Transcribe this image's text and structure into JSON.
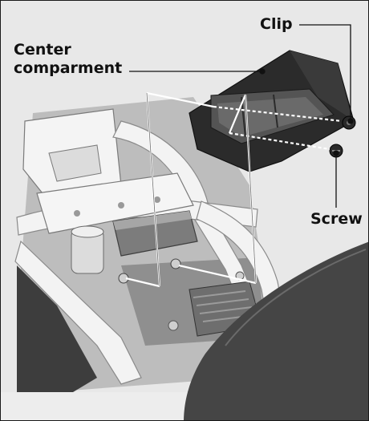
{
  "callouts": {
    "clip": "Clip",
    "center_line1": "Center",
    "center_line2": "comparment",
    "screw": "Screw"
  },
  "colors": {
    "panel": "#e8e8e8",
    "frame_light": "#f1f1f1",
    "frame_shade": "#9a9a9a",
    "compartment": "#2b2b2b",
    "seat": "#454545",
    "leader": "#111111",
    "guide": "#ffffff"
  }
}
